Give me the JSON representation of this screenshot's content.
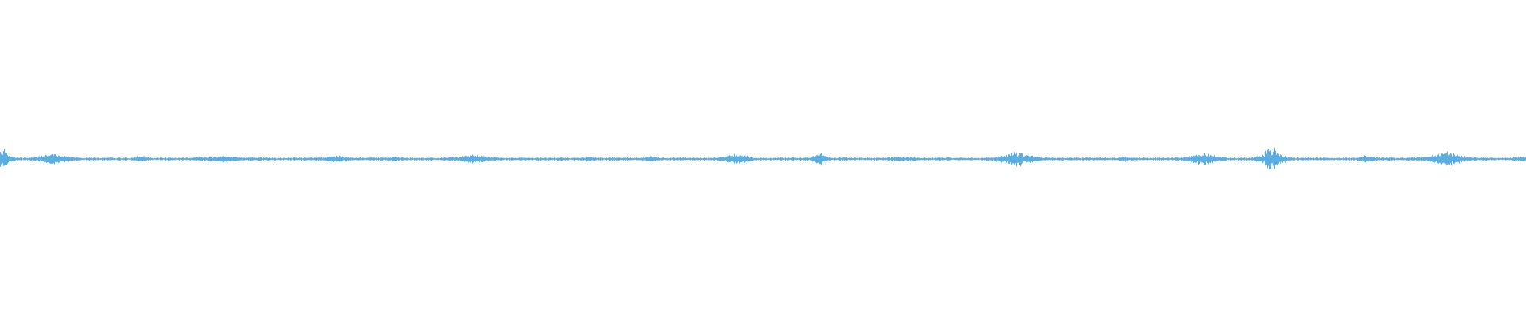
{
  "waveform": {
    "color": "#5aaee0",
    "background": "#ffffff",
    "baseline_level": 0.012,
    "bursts": [
      {
        "at": 0.0,
        "spread": 0.006,
        "amp": 0.075
      },
      {
        "at": 0.035,
        "spread": 0.01,
        "amp": 0.025
      },
      {
        "at": 0.092,
        "spread": 0.004,
        "amp": 0.012
      },
      {
        "at": 0.145,
        "spread": 0.012,
        "amp": 0.012
      },
      {
        "at": 0.22,
        "spread": 0.008,
        "amp": 0.015
      },
      {
        "at": 0.258,
        "spread": 0.003,
        "amp": 0.012
      },
      {
        "at": 0.31,
        "spread": 0.01,
        "amp": 0.022
      },
      {
        "at": 0.385,
        "spread": 0.004,
        "amp": 0.008
      },
      {
        "at": 0.425,
        "spread": 0.006,
        "amp": 0.01
      },
      {
        "at": 0.482,
        "spread": 0.008,
        "amp": 0.03
      },
      {
        "at": 0.537,
        "spread": 0.004,
        "amp": 0.045
      },
      {
        "at": 0.59,
        "spread": 0.008,
        "amp": 0.01
      },
      {
        "at": 0.666,
        "spread": 0.01,
        "amp": 0.045
      },
      {
        "at": 0.736,
        "spread": 0.004,
        "amp": 0.01
      },
      {
        "at": 0.788,
        "spread": 0.009,
        "amp": 0.04
      },
      {
        "at": 0.833,
        "spread": 0.007,
        "amp": 0.07
      },
      {
        "at": 0.895,
        "spread": 0.005,
        "amp": 0.012
      },
      {
        "at": 0.947,
        "spread": 0.01,
        "amp": 0.045
      },
      {
        "at": 0.998,
        "spread": 0.004,
        "amp": 0.008
      }
    ]
  }
}
